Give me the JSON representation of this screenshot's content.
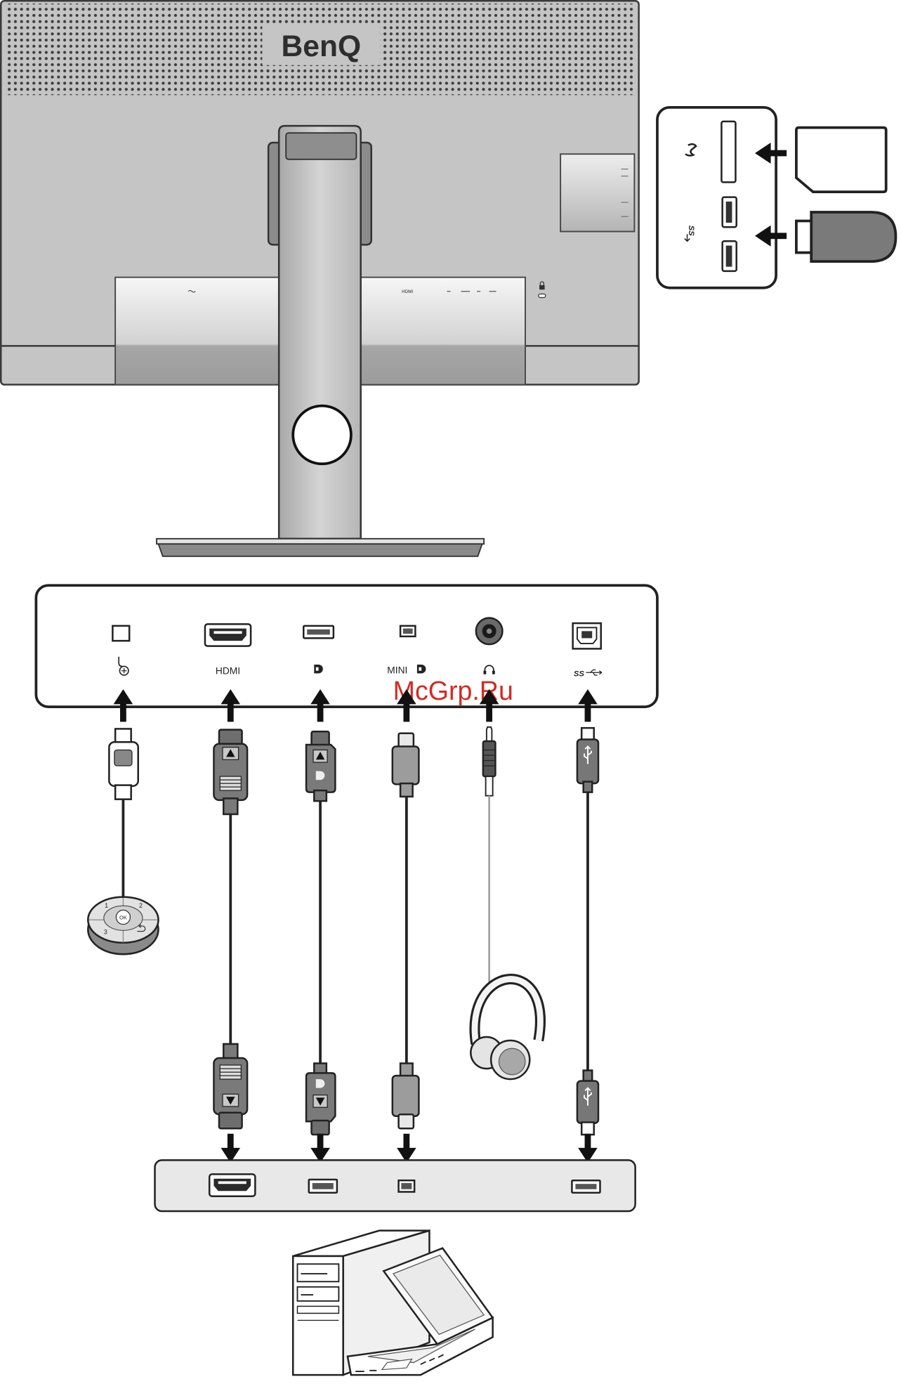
{
  "brand": {
    "logo": "BenQ"
  },
  "monitor_back": {
    "hdmi_label": "HDMI",
    "lock_icon": "kensington-lock-icon"
  },
  "side_callout": {
    "sd_icon": "sd-card-logo-icon",
    "usb_logo_text": "SS",
    "usb_icon": "usb-superspeed-icon",
    "devices": [
      "sd-card-icon",
      "usb-flash-drive-icon"
    ]
  },
  "monitor_ports": {
    "remote_icon": "remote-controller-icon",
    "hdmi_label": "HDMI",
    "dp_icon": "displayport-logo-icon",
    "mini_label": "MINI",
    "mini_dp_icon": "displayport-logo-icon",
    "headphone_icon": "headphone-icon",
    "usb_label": "SS",
    "usb_icon": "usb-trident-icon"
  },
  "remote": {
    "ok": "OK",
    "key1": "1",
    "key2": "2",
    "key3": "3"
  },
  "pc_ports": [
    "hdmi-port-icon",
    "displayport-port-icon",
    "mini-displayport-port-icon",
    "usb-port-icon"
  ],
  "computer_icon": "desktop-and-laptop-icon",
  "watermark": "McGrp.Ru",
  "colors": {
    "monitor_body": "#c5c5c5",
    "connector_dark": "#7a7a7a",
    "watermark": "#d42a22",
    "outline": "#222222"
  }
}
